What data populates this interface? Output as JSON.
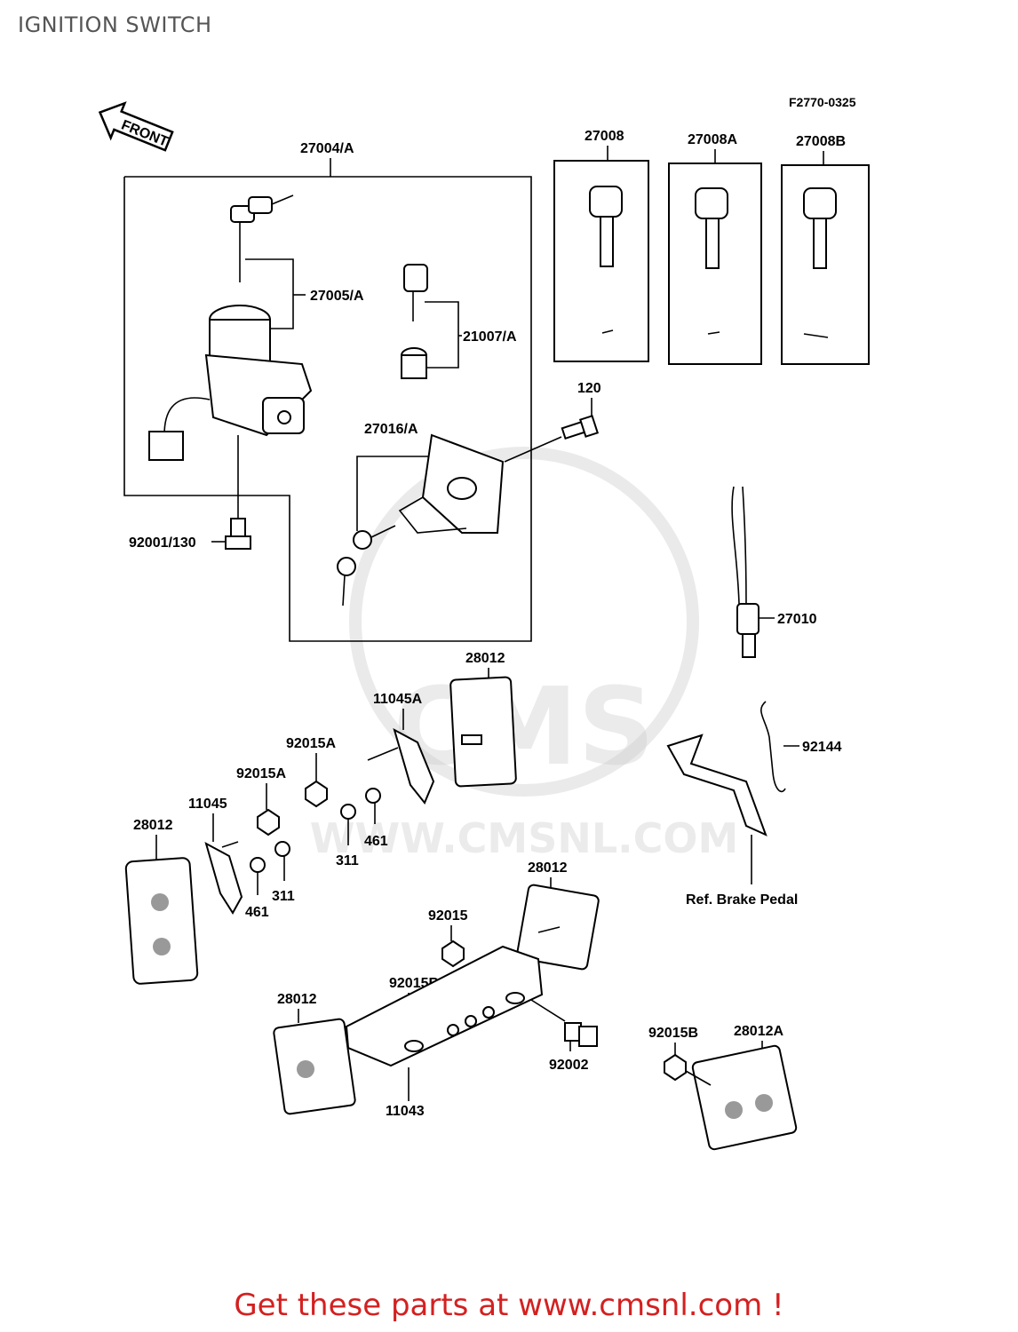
{
  "page": {
    "title": "IGNITION SWITCH",
    "footer": "Get these parts at www.cmsnl.com !",
    "accent_color": "#d42020"
  },
  "diagram": {
    "figure_code": "F2770-0325",
    "front_label": "FRONT",
    "watermark_logo": "CMS",
    "watermark_url": "WWW.CMSNL.COM",
    "labels": {
      "p27004A": "27004/A",
      "p27005A": "27005/A",
      "p21007A": "21007/A",
      "p27016A": "27016/A",
      "p92001_130": "92001/130",
      "p27008": "27008",
      "p27008A": "27008A",
      "p27008B": "27008B",
      "p120": "120",
      "p27010": "27010",
      "p28012_top": "28012",
      "p11045A": "11045A",
      "p92015A_1": "92015A",
      "p92015A_2": "92015A",
      "p11045": "11045",
      "p28012_left": "28012",
      "p311_1": "311",
      "p461_1": "461",
      "p311_2": "311",
      "p461_2": "461",
      "p92144": "92144",
      "ref_brake": "Ref. Brake Pedal",
      "p28012_mid": "28012",
      "p92015": "92015",
      "p92015B_1": "92015B",
      "p28012_bottom": "28012",
      "p92002": "92002",
      "p11043": "11043",
      "p92015B_2": "92015B",
      "p28012A": "28012A"
    }
  }
}
